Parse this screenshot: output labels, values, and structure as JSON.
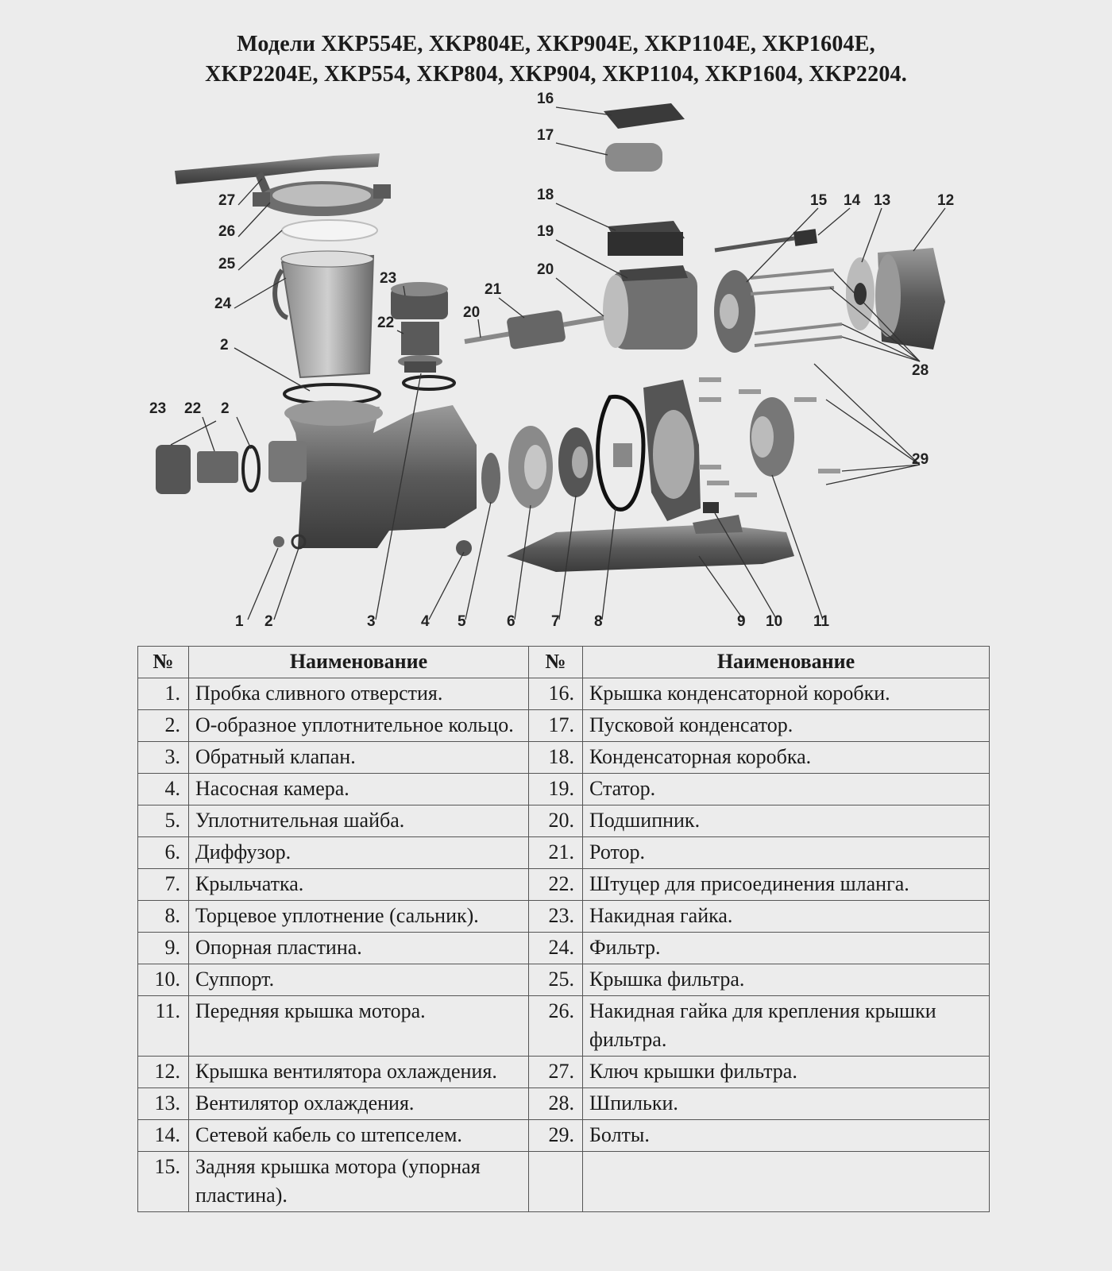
{
  "header": {
    "line1": "Модели XKP554E, XKP804E, XKP904E, XKP1104E, XKP1604E,",
    "line2": "XKP2204E, XKP554, XKP804, XKP904, XKP1104, XKP1604, XKP2204."
  },
  "callouts": [
    "1",
    "2",
    "3",
    "4",
    "5",
    "6",
    "7",
    "8",
    "9",
    "10",
    "11",
    "12",
    "13",
    "14",
    "15",
    "16",
    "17",
    "18",
    "19",
    "20",
    "20",
    "21",
    "22",
    "22",
    "23",
    "23",
    "24",
    "25",
    "26",
    "27",
    "28",
    "29",
    "2",
    "2"
  ],
  "table": {
    "col_no": "№",
    "col_name": "Наименование",
    "rows": [
      {
        "ln": "1.",
        "lt": "Пробка сливного отверстия.",
        "rn": "16.",
        "rt": "Крышка конденсаторной коробки."
      },
      {
        "ln": "2.",
        "lt": "О-образное уплотнительное кольцо.",
        "rn": "17.",
        "rt": "Пусковой конденсатор."
      },
      {
        "ln": "3.",
        "lt": "Обратный клапан.",
        "rn": "18.",
        "rt": "Конденсаторная коробка."
      },
      {
        "ln": "4.",
        "lt": "Насосная камера.",
        "rn": "19.",
        "rt": "Статор."
      },
      {
        "ln": "5.",
        "lt": "Уплотнительная шайба.",
        "rn": "20.",
        "rt": "Подшипник."
      },
      {
        "ln": "6.",
        "lt": "Диффузор.",
        "rn": "21.",
        "rt": "Ротор."
      },
      {
        "ln": "7.",
        "lt": "Крыльчатка.",
        "rn": "22.",
        "rt": "Штуцер для присоединения шланга."
      },
      {
        "ln": "8.",
        "lt": "Торцевое уплотнение (сальник).",
        "rn": "23.",
        "rt": "Накидная гайка."
      },
      {
        "ln": "9.",
        "lt": "Опорная пластина.",
        "rn": "24.",
        "rt": "Фильтр."
      },
      {
        "ln": "10.",
        "lt": "Суппорт.",
        "rn": "25.",
        "rt": "Крышка фильтра."
      },
      {
        "ln": "11.",
        "lt": "Передняя крышка мотора.",
        "rn": "26.",
        "rt": "Накидная гайка для крепления крышки фильтра."
      },
      {
        "ln": "12.",
        "lt": "Крышка вентилятора охлаждения.",
        "rn": "27.",
        "rt": "Ключ крышки фильтра."
      },
      {
        "ln": "13.",
        "lt": "Вентилятор охлаждения.",
        "rn": "28.",
        "rt": "Шпильки."
      },
      {
        "ln": "14.",
        "lt": "Сетевой кабель со штепселем.",
        "rn": "29.",
        "rt": "Болты."
      },
      {
        "ln": "15.",
        "lt": "Задняя крышка мотора (упорная пластина).",
        "rn": "",
        "rt": ""
      }
    ]
  }
}
